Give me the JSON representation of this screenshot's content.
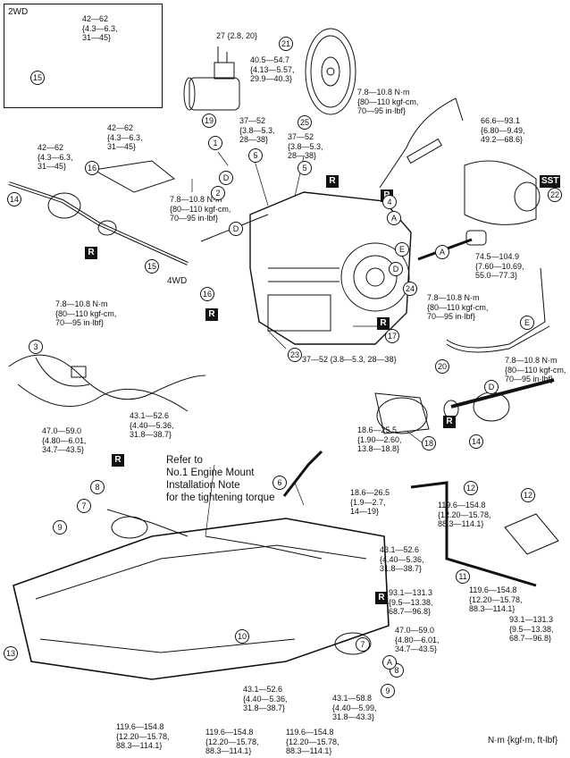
{
  "inset_label": "2WD",
  "unit_note": "N·m {kgf-m, ft-lbf}",
  "sst_badge": "SST",
  "r_badge": "R",
  "mount_note": "Refer to\nNo.1 Engine Mount\nInstallation Note\nfor the tightening torque",
  "callout_numbers": [
    "1",
    "2",
    "3",
    "4",
    "5",
    "6",
    "7",
    "8",
    "9",
    "10",
    "11",
    "12",
    "13",
    "14",
    "15",
    "16",
    "17",
    "18",
    "19",
    "20",
    "21",
    "22",
    "23",
    "24",
    "25"
  ],
  "letter_markers": [
    "A",
    "D",
    "E"
  ],
  "label_4wd": "4WD",
  "torques": {
    "t_2wd_shaft": "42—62\n{4.3—6.3,\n31—45}",
    "t_starter": "27 {2.8, 20}",
    "t_flywheel": "40.5—54.7\n{4.13—5.57,\n29.9—40.3}",
    "t_cable_bracket": "7.8—10.8 N·m\n{80—110 kgf-cm,\n70—95 in·lbf}",
    "t_mount_top": "66.6—93.1\n{6.80—9.49,\n49.2—68.6}",
    "t_bracket_a": "42—62\n{4.3—6.3,\n31—45}",
    "t_bracket_b": "42—62\n{4.3—6.3,\n31—45}",
    "t_bolt_37a": "37—52\n{3.8—5.3,\n28—38}",
    "t_bolt_37b": "37—52\n{3.8—5.3,\n28—38}",
    "t_sensor": "7.8—10.8 N·m\n{80—110 kgf-cm,\n70—95 in·lbf}",
    "t_mount_bolt": "74.5—104.9\n{7.60—10.69,\n55.0—77.3}",
    "t_harness": "7.8—10.8 N·m\n{80—110 kgf-cm,\n70—95 in·lbf}",
    "t_pipe_a": "7.8—10.8 N·m\n{80—110 kgf-cm,\n70—95 in·lbf}",
    "t_pipe_b": "7.8—10.8 N·m\n{80—110 kgf-cm,\n70—95 in·lbf}",
    "t_bottom_bolt": "37—52 {3.8—5.3, 28—38}",
    "t_ball_joint_l": "47.0—59.0\n{4.80—6.01,\n34.7—43.5}",
    "t_arm_front": "43.1—52.6\n{4.40—5.36,\n31.8—38.7}",
    "t_diff": "18.6—25.5\n{1.90—2.60,\n13.8—18.8}",
    "t_steering": "18.6—26.5\n{1.9—2.7,\n14—19}",
    "t_arm_rear": "43.1—52.6\n{4.40—5.36,\n31.8—38.7}",
    "t_mount_12_l": "119.6—154.8\n{12.20—15.78,\n88.3—114.1}",
    "t_mount_12_r": "119.6—154.8\n{12.20—15.78,\n88.3—114.1}",
    "t_rod_l": "93.1—131.3\n{9.5—13.38,\n68.7—96.8}",
    "t_rod_r": "93.1—131.3\n{9.5—13.38,\n68.7—96.8}",
    "t_ball_joint_r": "47.0—59.0\n{4.80—6.01,\n34.7—43.5}",
    "t_lower_mid": "43.1—52.6\n{4.40—5.36,\n31.8—38.7}",
    "t_lower_r": "43.1—58.8\n{4.40—5.99,\n31.8—43.3}",
    "t_frame_l": "119.6—154.8\n{12.20—15.78,\n88.3—114.1}",
    "t_frame_c": "119.6—154.8\n{12.20—15.78,\n88.3—114.1}",
    "t_frame_r": "119.6—154.8\n{12.20—15.78,\n88.3—114.1}"
  }
}
